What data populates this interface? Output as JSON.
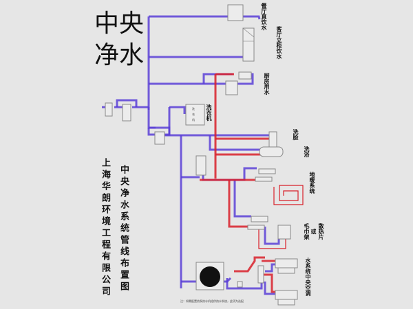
{
  "title": {
    "line1": "中央",
    "line2": "净水"
  },
  "company": "上海华朗环境工程有限公司",
  "diagram_title": "中央净水系统管线布置图",
  "labels": {
    "dining_direct": "餐厅直饮水",
    "living_cabinet": "客厅立柜饮水",
    "kitchen": "厨房用水",
    "laundry": "洗衣机",
    "face_wash": "洗脸",
    "bath": "洗浴",
    "floor_heating": "地暖系统",
    "towel_rack": "毛巾架",
    "or": "或",
    "radiator": "散热片",
    "water_ac": "水系统中央空调"
  },
  "device_labels": {
    "washer_box": "洗衣机",
    "footnote": "注：如需配置热泵热水机组供热水系统，此项为选配"
  },
  "colors": {
    "cold": "#5a3fd6",
    "hot": "#d8202a",
    "background": "#e6e6e6"
  }
}
